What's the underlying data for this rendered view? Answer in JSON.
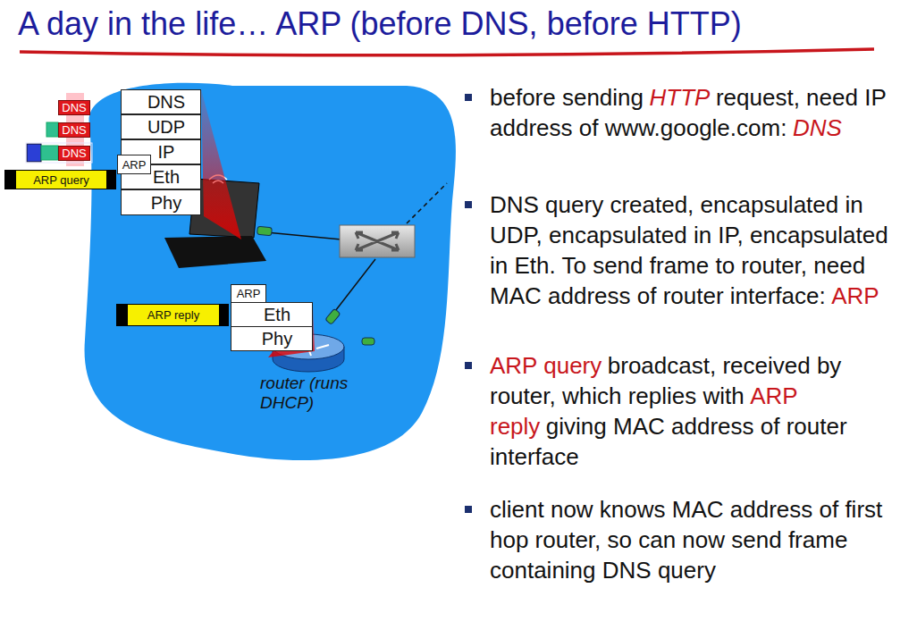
{
  "diagram": {
    "title": "A day in the life… ARP (before DNS, before HTTP)",
    "nodes": [
      {
        "text": [
          "DNS"
        ]
      },
      {
        "text": [
          "UDP"
        ]
      },
      {
        "text": [
          "IP"
        ]
      },
      {
        "text": [
          "Eth"
        ]
      },
      {
        "text": [
          "Phy"
        ]
      },
      {
        "text": [
          "ARP"
        ]
      },
      {
        "text": [
          "DNS"
        ]
      },
      {
        "text": [
          "DNS"
        ]
      },
      {
        "text": [
          "DNS"
        ]
      },
      {
        "text": [
          "ARP query"
        ]
      },
      {
        "text": [
          "ARP"
        ]
      },
      {
        "text": [
          "Eth"
        ]
      },
      {
        "text": [
          "Phy"
        ]
      },
      {
        "text": [
          "ARP reply"
        ]
      }
    ],
    "labels": [
      "router (runs DHCP)",
      "before sending",
      "HTTP",
      "request, need IP address of www.google.com:",
      "DNS",
      "DNS query created, encapsulated in UDP, encapsulated in IP, encapsulated in Eth. To send frame to router, need MAC address of router interface:",
      "ARP",
      "ARP query",
      "broadcast, received by router, which replies with",
      "ARP reply",
      "giving MAC address of router interface",
      "client now knows MAC address of first hop router, so can now send frame containing DNS query"
    ]
  }
}
